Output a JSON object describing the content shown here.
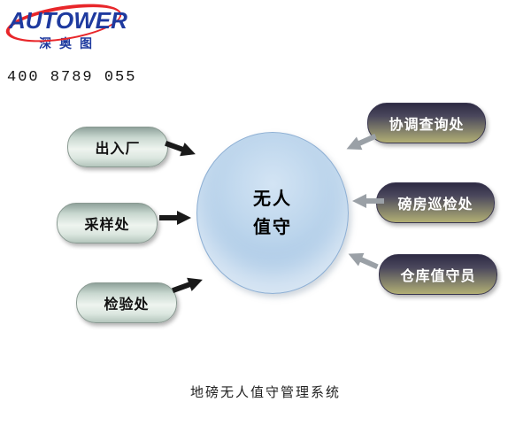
{
  "header": {
    "logo_text": "AUTOWER",
    "logo_subtext": "深奥图",
    "phone": "400 8789 055"
  },
  "diagram": {
    "center": {
      "line1": "无人",
      "line2": "值守"
    },
    "left_nodes": [
      {
        "label": "出入厂"
      },
      {
        "label": "采样处"
      },
      {
        "label": "检验处"
      }
    ],
    "right_nodes": [
      {
        "label": "协调查询处"
      },
      {
        "label": "磅房巡检处"
      },
      {
        "label": "仓库值守员"
      }
    ]
  },
  "caption": "地磅无人值守管理系统",
  "colors": {
    "logo_blue": "#1e3a9f",
    "logo_red": "#e8262a",
    "sphere_blue": "#b3cfe9",
    "left_pill": "#dce7e0",
    "right_pill_top": "#2e2b44",
    "right_pill_bottom": "#b2af74",
    "left_arrow": "#1a1a1a",
    "right_arrow": "#9aa0a6"
  }
}
